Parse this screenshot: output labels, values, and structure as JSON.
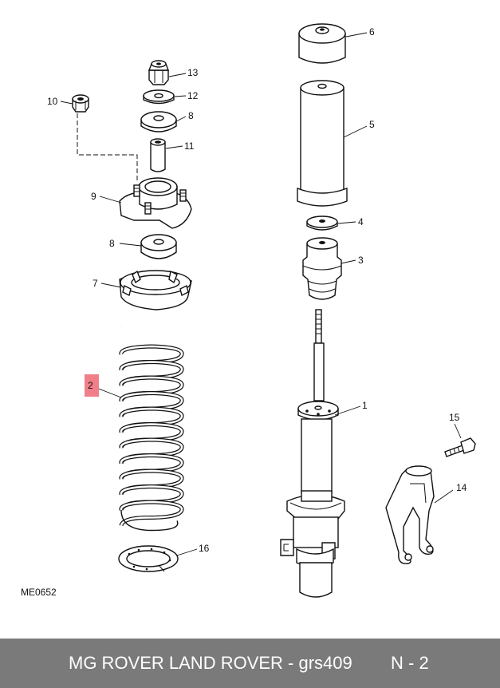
{
  "diagram": {
    "figure_code": "ME0652",
    "highlight_color": "#f07f8a",
    "callouts": {
      "c1": "1",
      "c2": "2",
      "c3": "3",
      "c4": "4",
      "c5": "5",
      "c6": "6",
      "c7": "7",
      "c8a": "8",
      "c8b": "8",
      "c9": "9",
      "c10": "10",
      "c11": "11",
      "c12": "12",
      "c13": "13",
      "c14": "14",
      "c15": "15",
      "c16": "16"
    }
  },
  "footer": {
    "brand_text": "MG ROVER LAND ROVER - grs409",
    "page_ref": "N - 2",
    "background": "#7a7a7a"
  }
}
